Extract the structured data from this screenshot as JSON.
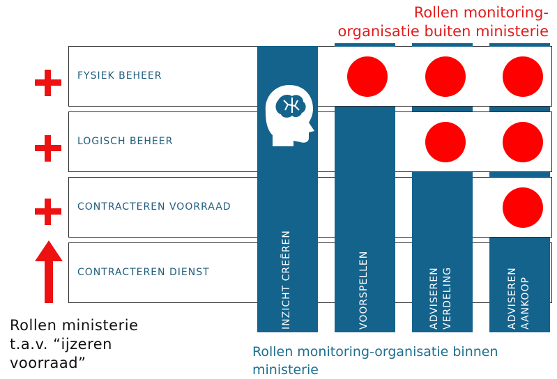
{
  "titles": {
    "top_line1": "Rollen monitoring-",
    "top_line2": "organisatie buiten ministerie",
    "bottom_line1": "Rollen monitoring-organisatie binnen",
    "bottom_line2": "ministerie",
    "left_line1": "Rollen ministerie",
    "left_line2": "t.a.v. “ijzeren",
    "left_line3": "voorraad”"
  },
  "rows": [
    {
      "label": "FYSIEK BEHEER",
      "indicator": "plus"
    },
    {
      "label": "LOGISCH BEHEER",
      "indicator": "plus"
    },
    {
      "label": "CONTRACTEREN VOORRAAD",
      "indicator": "plus"
    },
    {
      "label": "CONTRACTEREN DIENST",
      "indicator": "arrow-up"
    }
  ],
  "columns": [
    {
      "label": "INZICHT CREËREN",
      "icon": "brain-head-icon"
    },
    {
      "label": "VOORSPELLEN"
    },
    {
      "label_line1": "ADVISEREN",
      "label_line2": "VERDELING"
    },
    {
      "label_line1": "ADVISEREN",
      "label_line2": "AANKOOP"
    }
  ],
  "colors": {
    "red": "#ff0000",
    "blue": "#14638c",
    "title_red": "#e31b1b",
    "title_blue": "#1e6e8f"
  }
}
